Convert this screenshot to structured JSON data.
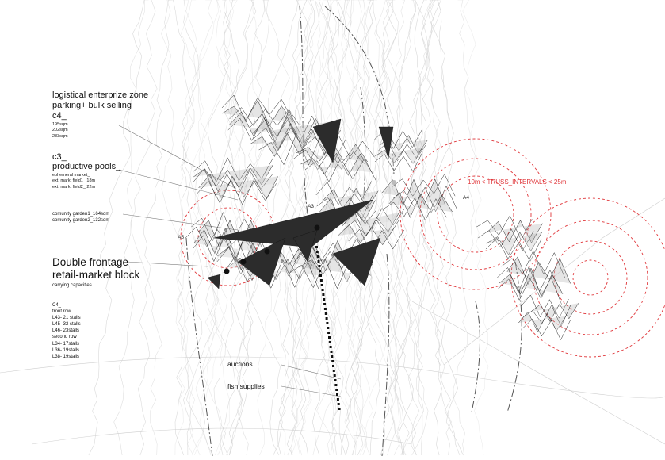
{
  "labels": {
    "zone_title": "logistical enterprize zone",
    "zone_sub": "parking+ bulk selling",
    "c4_code": "c4_",
    "c4_areas": [
      "195sqm",
      "202sqm",
      "283sqm"
    ],
    "c3_code": "c3_",
    "c3_title": "productive pools_",
    "c3_lines": [
      "ephemeral market_",
      "ext. markt field1_ 18m",
      "ext. markt field2_ 22m"
    ],
    "gardens": [
      "comunity garden1_164sqm",
      "comunity garden2_132sqm"
    ],
    "block_title_1": "Double frontage",
    "block_title_2": "retail-market block",
    "block_sub": "carrying capacities",
    "stalls": [
      "C4_",
      "front row",
      "L43- 21 stalls",
      "L45- 32 stalls",
      "L46- 23stalls",
      "second row",
      "L34- 17stalls",
      "L36- 19stalls",
      "L38- 19stalls"
    ],
    "auctions": "auctions",
    "fish": "fish supplies",
    "interval": "10m < TRUSS_INTERVALS < 25m",
    "marker_a5": "A5",
    "marker_a3": "A3",
    "marker_a4": "A4"
  },
  "colors": {
    "ink": "#111111",
    "accent_red": "#e0363a",
    "gray_line": "#9a9a9a",
    "light_line": "#cfcfcf"
  }
}
